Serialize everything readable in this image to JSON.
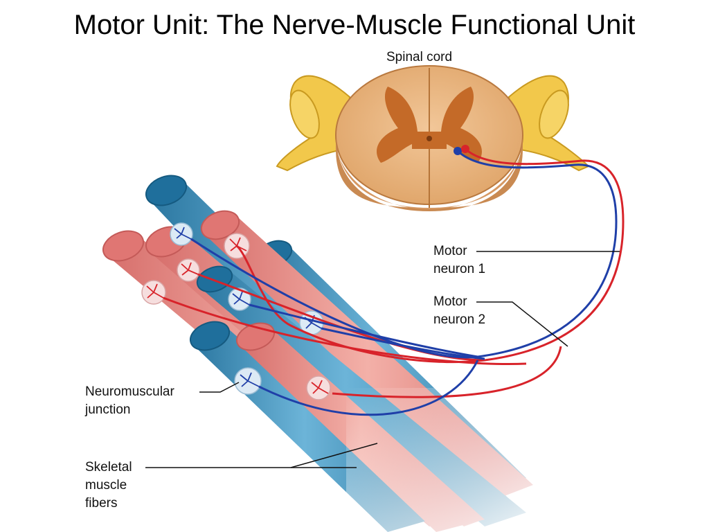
{
  "title": "Motor Unit: The Nerve-Muscle Functional Unit",
  "labels": {
    "spinal_cord": "Spinal cord",
    "motor_neuron_1": [
      "Motor",
      "neuron 1"
    ],
    "motor_neuron_2": [
      "Motor",
      "neuron 2"
    ],
    "neuromuscular_junction": [
      "Neuromuscular",
      "junction"
    ],
    "skeletal_muscle_fibers": [
      "Skeletal",
      "muscle",
      "fibers"
    ]
  },
  "colors": {
    "neuron_1": "#d8232a",
    "neuron_2": "#1f3fa8",
    "fiber_blue": "#3b8fb8",
    "fiber_red": "#e88a86",
    "spinal_tissue": "#e8b47e",
    "gray_matter": "#c46a28",
    "ganglion": "#f2c84b"
  }
}
